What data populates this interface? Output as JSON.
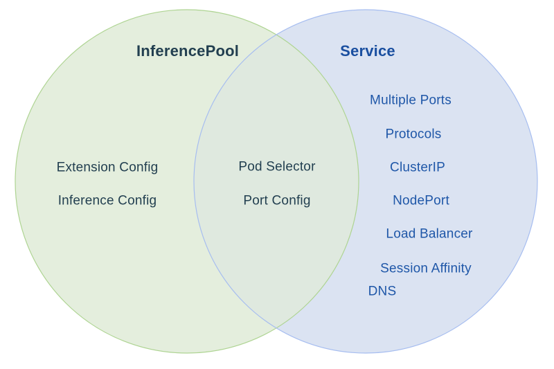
{
  "venn": {
    "left": {
      "title": "InferencePool",
      "items": [
        "Extension Config",
        "Inference Config"
      ]
    },
    "overlap": {
      "items": [
        "Pod Selector",
        "Port Config"
      ]
    },
    "right": {
      "title": "Service",
      "items": [
        "Multiple Ports",
        "Protocols",
        "ClusterIP",
        "NodePort",
        "Load Balancer",
        "Session Affinity",
        "DNS"
      ]
    },
    "colors": {
      "left_fill": "#e4eedd",
      "left_stroke": "#aed492",
      "left_text": "#223f50",
      "overlap_fill": "#dfe9df",
      "right_fill": "#dbe3f2",
      "right_stroke": "#a6bdf0",
      "right_text": "#1f57a8",
      "right_title_text": "#1a4fa0"
    }
  }
}
